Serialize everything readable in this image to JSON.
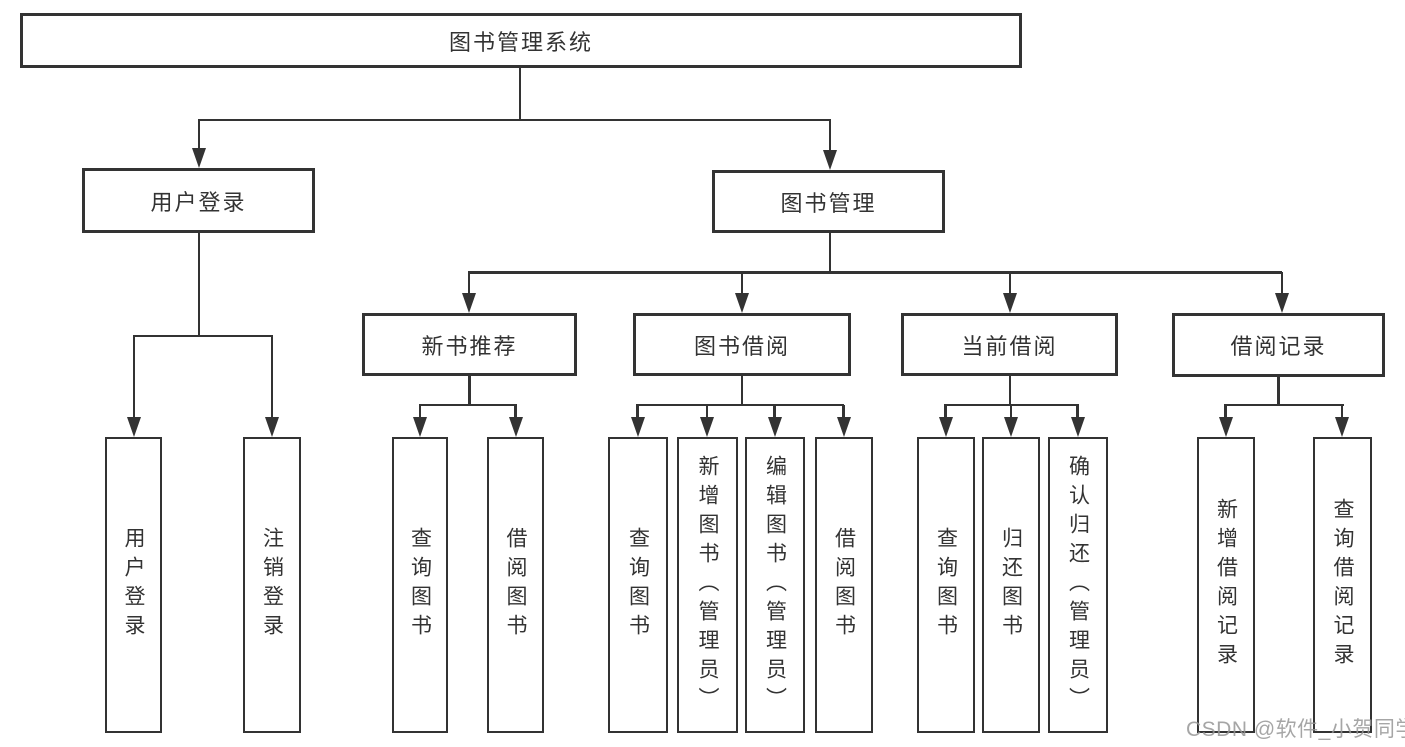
{
  "colors": {
    "line": "#333333",
    "box_border": "#333333",
    "text": "#333333",
    "watermark": "#969696",
    "background": "#ffffff"
  },
  "watermark": "CSDN @软件_小贺同学",
  "tree": {
    "label": "图书管理系统",
    "children": [
      {
        "label": "用户登录",
        "children": [
          {
            "label": "用户登录"
          },
          {
            "label": "注销登录"
          }
        ]
      },
      {
        "label": "图书管理",
        "children": [
          {
            "label": "新书推荐",
            "children": [
              {
                "label": "查询图书"
              },
              {
                "label": "借阅图书"
              }
            ]
          },
          {
            "label": "图书借阅",
            "children": [
              {
                "label": "查询图书"
              },
              {
                "label": "新增图书（管理员）"
              },
              {
                "label": "编辑图书（管理员）"
              },
              {
                "label": "借阅图书"
              }
            ]
          },
          {
            "label": "当前借阅",
            "children": [
              {
                "label": "查询图书"
              },
              {
                "label": "归还图书"
              },
              {
                "label": "确认归还（管理员）"
              }
            ]
          },
          {
            "label": "借阅记录",
            "children": [
              {
                "label": "新增借阅记录"
              },
              {
                "label": "查询借阅记录"
              }
            ]
          }
        ]
      }
    ]
  }
}
